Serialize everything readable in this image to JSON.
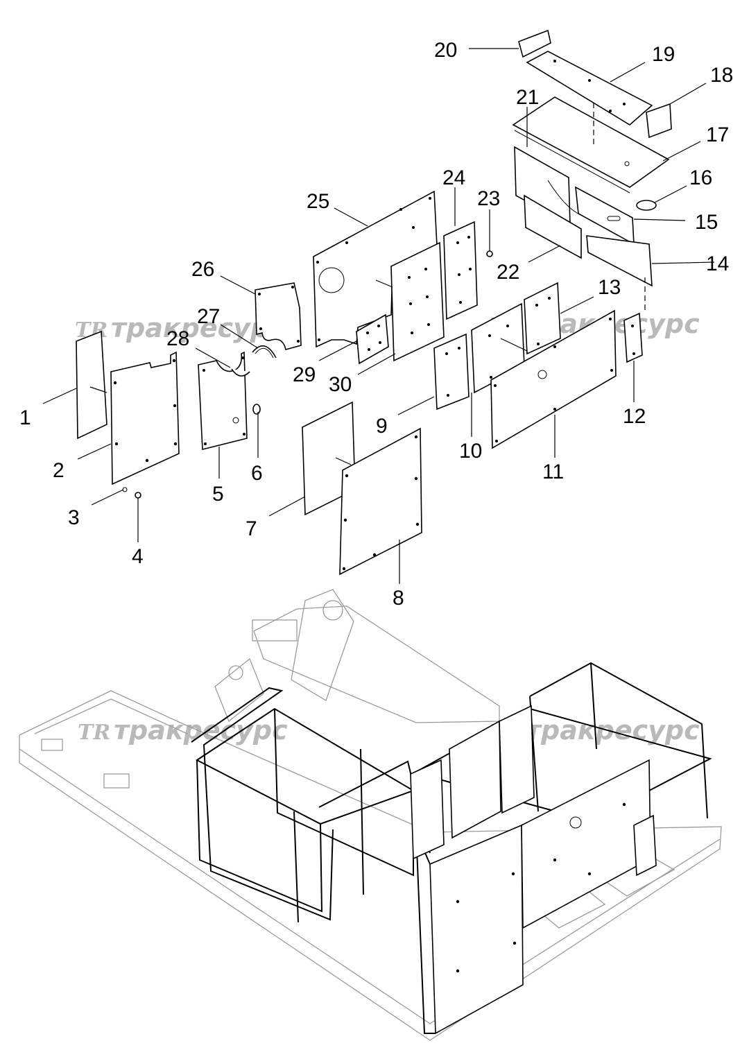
{
  "watermark": {
    "text": "тракресурс",
    "logo": "TR"
  },
  "callouts": [
    {
      "number": "1"
    },
    {
      "number": "2"
    },
    {
      "number": "3"
    },
    {
      "number": "4"
    },
    {
      "number": "5"
    },
    {
      "number": "6"
    },
    {
      "number": "7"
    },
    {
      "number": "8"
    },
    {
      "number": "9"
    },
    {
      "number": "10"
    },
    {
      "number": "11"
    },
    {
      "number": "12"
    },
    {
      "number": "13"
    },
    {
      "number": "14"
    },
    {
      "number": "15"
    },
    {
      "number": "16"
    },
    {
      "number": "17"
    },
    {
      "number": "18"
    },
    {
      "number": "19"
    },
    {
      "number": "20"
    },
    {
      "number": "21"
    },
    {
      "number": "22"
    },
    {
      "number": "23"
    },
    {
      "number": "24"
    },
    {
      "number": "25"
    },
    {
      "number": "26"
    },
    {
      "number": "27"
    },
    {
      "number": "28"
    },
    {
      "number": "29"
    },
    {
      "number": "30"
    }
  ],
  "colors": {
    "line": "#000000",
    "watermark": "#b9b9b9",
    "background": "#ffffff"
  }
}
